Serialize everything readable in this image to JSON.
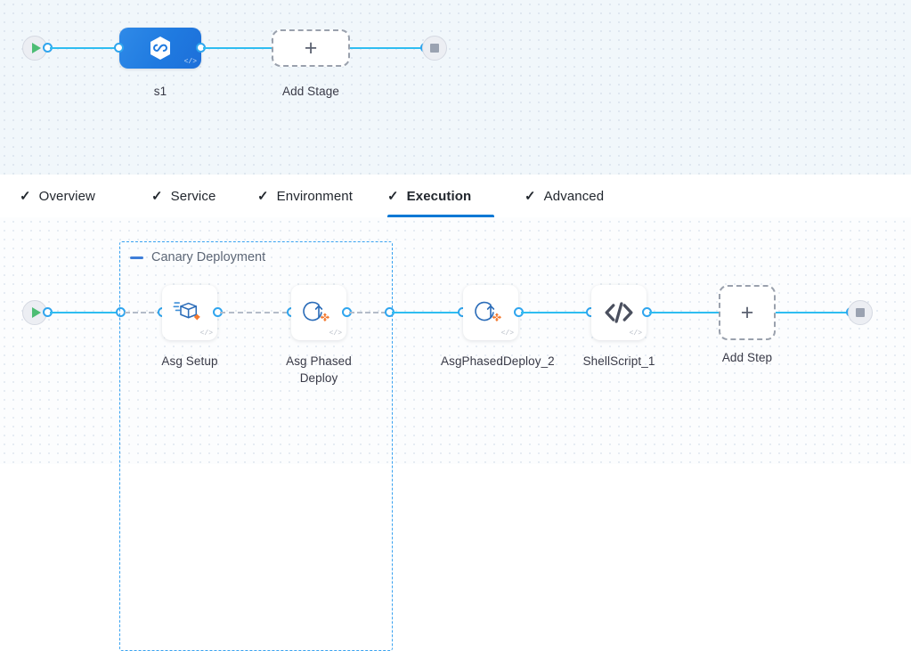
{
  "tabs": [
    {
      "label": "Overview",
      "icon": "check-icon",
      "active": false,
      "complete": true
    },
    {
      "label": "Service",
      "icon": "check-icon",
      "active": false,
      "complete": true
    },
    {
      "label": "Environment",
      "icon": "check-icon",
      "active": false,
      "complete": true
    },
    {
      "label": "Execution",
      "icon": "check-icon",
      "active": true,
      "complete": true
    },
    {
      "label": "Advanced",
      "icon": "check-icon",
      "active": false,
      "complete": true
    }
  ],
  "stage_canvas": {
    "start_node": {
      "name": "pipeline-start",
      "icon": "play-icon"
    },
    "end_node": {
      "name": "pipeline-end",
      "icon": "stop-icon"
    },
    "stages": [
      {
        "label": "s1",
        "icon": "harness-hexagon-icon",
        "badge": "</>",
        "selected": true
      }
    ],
    "add_stage": {
      "label": "Add Stage",
      "icon": "plus-icon"
    }
  },
  "step_canvas": {
    "start_node": {
      "name": "execution-start",
      "icon": "play-icon"
    },
    "end_node": {
      "name": "execution-end",
      "icon": "stop-icon"
    },
    "group": {
      "title": "Canary Deployment",
      "collapse_icon": "minus-icon",
      "steps": [
        {
          "label": "Asg Setup",
          "icon": "asg-setup-icon",
          "badge": "</>"
        },
        {
          "label": "Asg Phased Deploy",
          "icon": "asg-phased-deploy-icon",
          "badge": "</>"
        }
      ]
    },
    "steps": [
      {
        "label": "AsgPhasedDeploy_2",
        "icon": "asg-phased-deploy-icon",
        "badge": "</>"
      },
      {
        "label": "ShellScript_1",
        "icon": "code-brackets-icon",
        "badge": "</>"
      }
    ],
    "add_step": {
      "label": "Add Step",
      "icon": "plus-icon"
    }
  },
  "colors": {
    "accent_blue": "#0278d5",
    "edge_blue": "#2fbdf1",
    "port_blue": "#2fa5ee",
    "group_border": "#38a2f0",
    "stage_blue": "#1f7ae0",
    "icon_orange": "#f3762b",
    "icon_blue": "#2b6cb8",
    "play_green": "#4dbd74",
    "stop_gray": "#9aa2b1"
  }
}
